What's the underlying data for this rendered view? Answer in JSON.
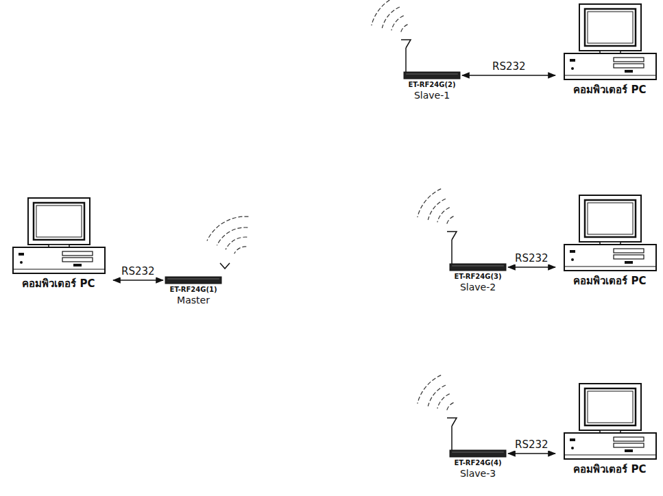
{
  "diagram": {
    "nodes": [
      {
        "text": [
          "ET-RF24G(2)",
          "Slave-1"
        ]
      },
      {
        "text": [
          "คอมพิวเตอร์ PC"
        ]
      },
      {
        "text": [
          "คอมพิวเตอร์ PC"
        ]
      },
      {
        "text": [
          "ET-RF24G(1)",
          "Master"
        ]
      },
      {
        "text": [
          "ET-RF24G(3)",
          "Slave-2"
        ]
      },
      {
        "text": [
          "คอมพิวเตอร์ PC"
        ]
      },
      {
        "text": [
          "ET-RF24G(4)",
          "Slave-3"
        ]
      },
      {
        "text": [
          "คอมพิวเตอร์ PC"
        ]
      }
    ],
    "edges": [
      {
        "from": 0,
        "to": 1,
        "arrow": "both",
        "label": "RS232"
      },
      {
        "from": 2,
        "to": 3,
        "arrow": "both",
        "label": "RS232"
      },
      {
        "from": 4,
        "to": 5,
        "arrow": "both",
        "label": "RS232"
      },
      {
        "from": 6,
        "to": 7,
        "arrow": "both",
        "label": "RS232"
      }
    ]
  }
}
